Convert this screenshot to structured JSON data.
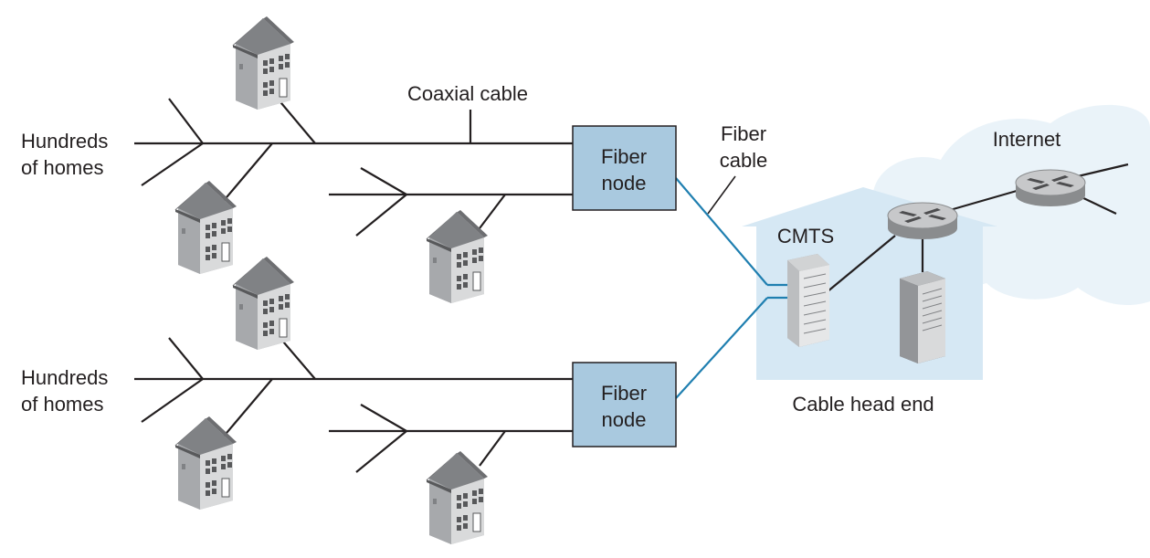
{
  "labels": {
    "hundreds_top_line1": "Hundreds",
    "hundreds_top_line2": "of homes",
    "hundreds_bottom_line1": "Hundreds",
    "hundreds_bottom_line2": "of homes",
    "coaxial_cable": "Coaxial cable",
    "fiber_cable_line1": "Fiber",
    "fiber_cable_line2": "cable",
    "fiber_node_top_line1": "Fiber",
    "fiber_node_top_line2": "node",
    "fiber_node_bottom_line1": "Fiber",
    "fiber_node_bottom_line2": "node",
    "cmts": "CMTS",
    "internet": "Internet",
    "cable_head_end": "Cable head end"
  },
  "icons": {
    "house": "house-icon",
    "router": "router-icon",
    "server": "server-icon",
    "cmts": "cmts-rack-icon",
    "cloud": "cloud-icon"
  },
  "colors": {
    "fiber_node_fill": "#a9c9df",
    "fiber_line": "#1f7fb0",
    "head_end_fill": "#d6e8f4",
    "cloud_fill": "#eaf3f9"
  }
}
